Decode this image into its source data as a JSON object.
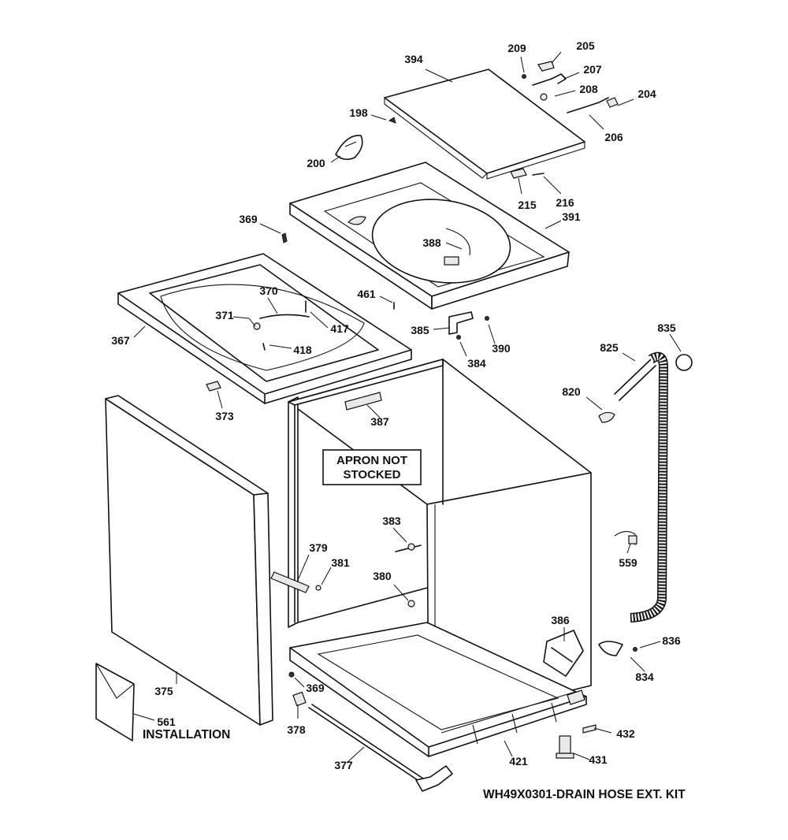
{
  "parts": {
    "p204": "204",
    "p205": "205",
    "p206": "206",
    "p207": "207",
    "p208": "208",
    "p209": "209",
    "p198": "198",
    "p200": "200",
    "p394": "394",
    "p215": "215",
    "p216": "216",
    "p391": "391",
    "p388": "388",
    "p369a": "369",
    "p370": "370",
    "p371": "371",
    "p417": "417",
    "p418": "418",
    "p461": "461",
    "p367": "367",
    "p373": "373",
    "p385": "385",
    "p390": "390",
    "p384": "384",
    "p387": "387",
    "p835": "835",
    "p825": "825",
    "p820": "820",
    "p383": "383",
    "p379": "379",
    "p381": "381",
    "p380": "380",
    "p559": "559",
    "p386": "386",
    "p836": "836",
    "p834": "834",
    "p375": "375",
    "p369b": "369",
    "p378": "378",
    "p561": "561",
    "p432": "432",
    "p431": "431",
    "p421": "421",
    "p377": "377"
  },
  "texts": {
    "apron_line1": "APRON NOT",
    "apron_line2": "STOCKED",
    "installation": "INSTALLATION",
    "kit_note": "WH49X0301-DRAIN HOSE EXT. KIT"
  }
}
